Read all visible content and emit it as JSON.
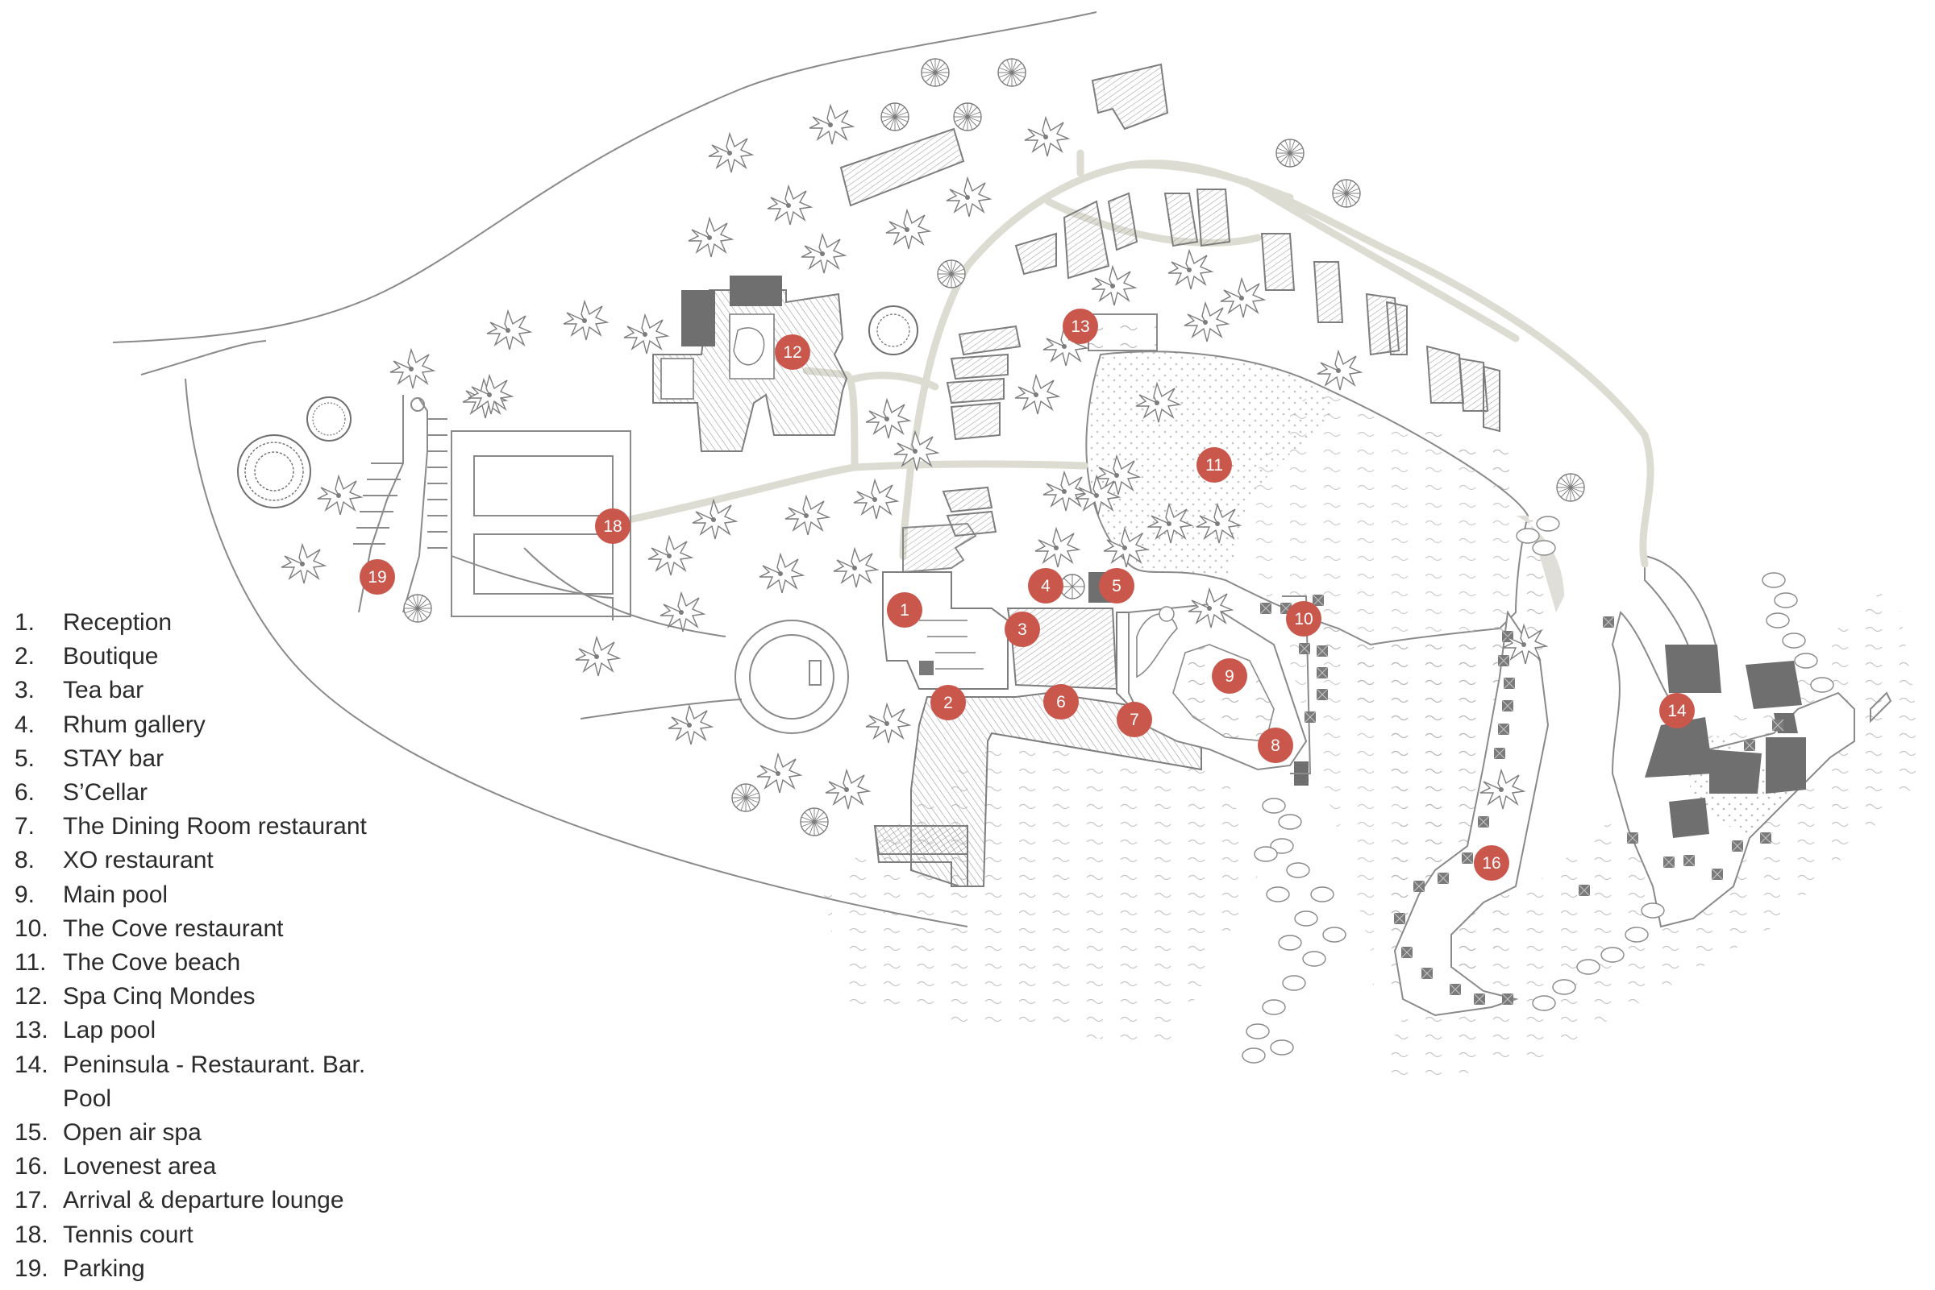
{
  "colors": {
    "marker": "#C9574C",
    "marker_text": "#FFFFFF",
    "outline": "#8A8A8A",
    "path": "#DDDCD3",
    "building_dark": "#6F6F6F",
    "hatch": "#A0A0A0",
    "legend_text": "#2B2B2B"
  },
  "legend": [
    {
      "num": "1.",
      "label": "Reception"
    },
    {
      "num": "2.",
      "label": "Boutique"
    },
    {
      "num": "3.",
      "label": "Tea bar"
    },
    {
      "num": "4.",
      "label": "Rhum gallery"
    },
    {
      "num": "5.",
      "label": "STAY bar"
    },
    {
      "num": "6.",
      "label": "S’Cellar"
    },
    {
      "num": "7.",
      "label": "The Dining Room restaurant"
    },
    {
      "num": "8.",
      "label": "XO restaurant"
    },
    {
      "num": "9.",
      "label": "Main pool"
    },
    {
      "num": "10.",
      "label": "The Cove restaurant"
    },
    {
      "num": "11.",
      "label": "The Cove beach"
    },
    {
      "num": "12.",
      "label": "Spa Cinq Mondes"
    },
    {
      "num": "13.",
      "label": "Lap pool"
    },
    {
      "num": "14.",
      "label": "Peninsula - Restaurant. Bar."
    },
    {
      "num": "",
      "label": "Pool"
    },
    {
      "num": "15.",
      "label": "Open air spa"
    },
    {
      "num": "16.",
      "label": "Lovenest area"
    },
    {
      "num": "17.",
      "label": "Arrival & departure lounge"
    },
    {
      "num": "18.",
      "label": "Tennis court"
    },
    {
      "num": "19.",
      "label": "Parking"
    }
  ],
  "markers": [
    "1",
    "2",
    "3",
    "4",
    "5",
    "6",
    "7",
    "8",
    "9",
    "10",
    "11",
    "12",
    "13",
    "14",
    "16",
    "18",
    "19"
  ]
}
